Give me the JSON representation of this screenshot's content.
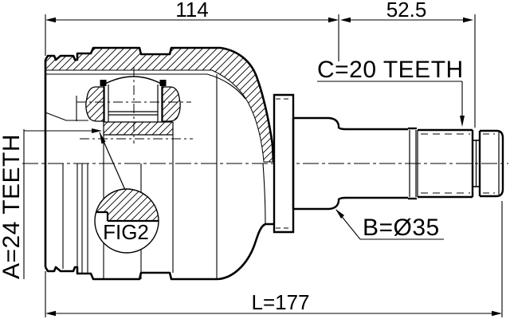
{
  "title": "CV joint inner - technical drawing",
  "dimensions": {
    "housing_width": "114",
    "spline_length": "52.5",
    "total_length": "L=177"
  },
  "labels": {
    "outer_spline": "C=20 TEETH",
    "inner_spline": "A=24 TEETH",
    "shaft_diameter": "B=Ø35",
    "figure_ref": "FIG2"
  },
  "colors": {
    "line": "#000000",
    "background": "#ffffff"
  }
}
